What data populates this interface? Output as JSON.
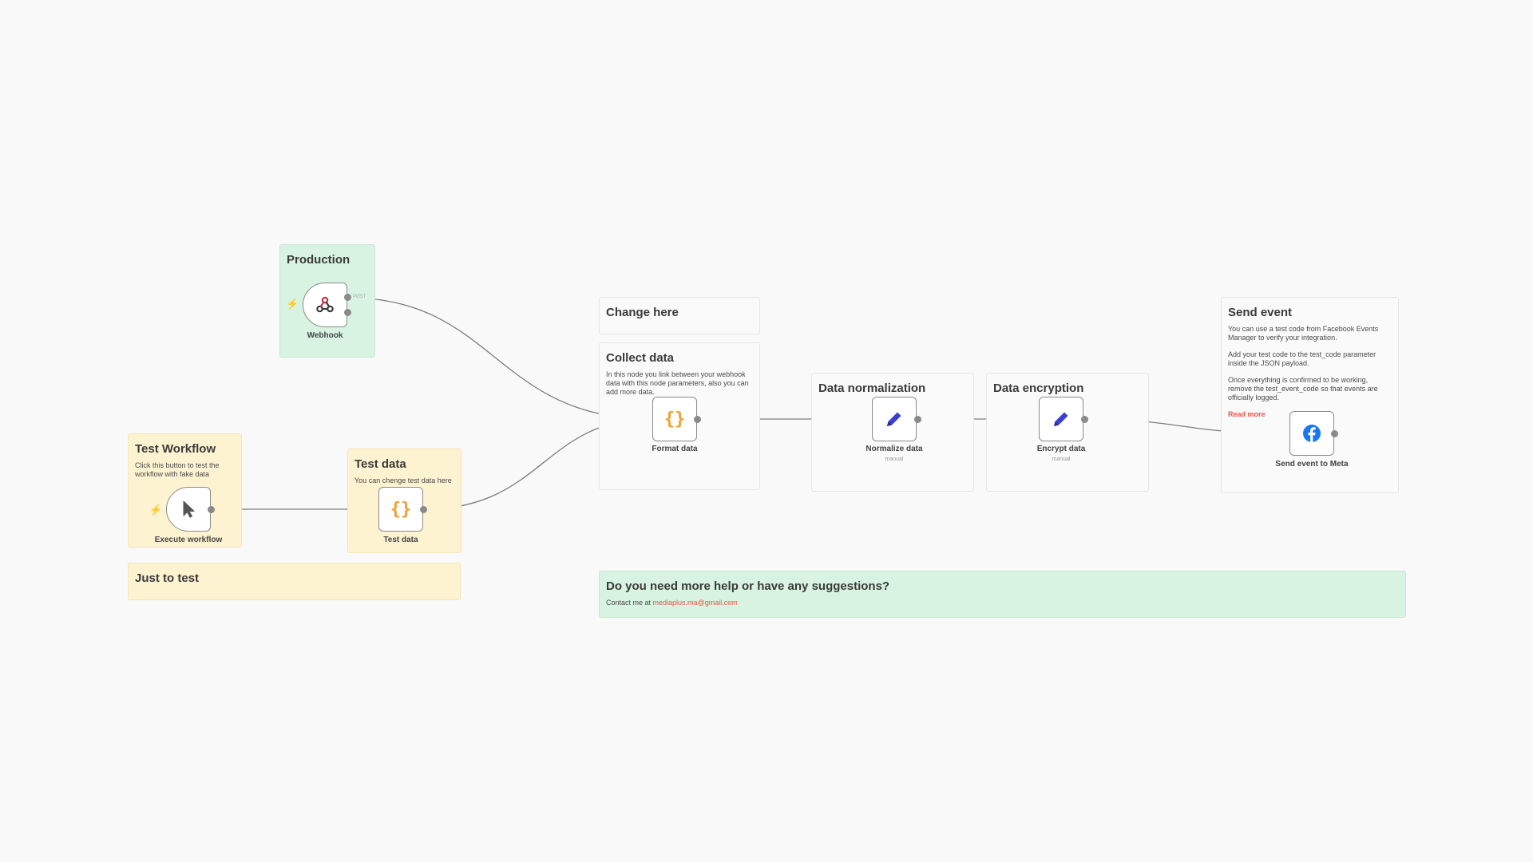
{
  "colors": {
    "canvas_bg": "#f9f9f9",
    "sticky_green": "#d8f3e1",
    "sticky_yellow": "#fef3d1",
    "edge": "#7d7d7d",
    "braces_orange": "#f0a030",
    "pencil_blue": "#3d3fd0",
    "facebook_blue": "#1877f2",
    "link_red": "#e4574a",
    "trigger_bolt": "#ef6c4e"
  },
  "stickies": {
    "production": {
      "title": "Production"
    },
    "test_workflow": {
      "title": "Test Workflow",
      "body": "Click this button to test the workflow with fake data"
    },
    "test_data": {
      "title": "Test data",
      "body": "You can chenge test data here"
    },
    "just_to_test": {
      "title": "Just to test"
    },
    "change_here": {
      "title": "Change here"
    },
    "collect_data": {
      "title": "Collect data",
      "body": "In this node you link between your webhook data with this node parameters, also you can add more data."
    },
    "data_normalization": {
      "title": "Data normalization"
    },
    "data_encryption": {
      "title": "Data encryption"
    },
    "send_event": {
      "title": "Send event",
      "p1": "You can use a test code from Facebook Events Manager to verify your integration.",
      "p2": "Add your test code to the test_code parameter inside the JSON payload.",
      "p3": "Once everything is confirmed to be working, remove the test_event_code so that events are officially logged.",
      "read_more": "Read more"
    },
    "help": {
      "title": "Do you need more help or have any suggestions?",
      "body_prefix": "Contact me at ",
      "email": "mediaplus.ma@gmail.com"
    }
  },
  "nodes": {
    "webhook": {
      "label": "Webhook",
      "icon": "webhook-icon",
      "port_label": "POST"
    },
    "execute_workflow": {
      "label": "Execute workflow",
      "icon": "cursor-icon"
    },
    "test_data": {
      "label": "Test data",
      "icon": "braces-icon"
    },
    "format_data": {
      "label": "Format data",
      "icon": "braces-icon"
    },
    "normalize_data": {
      "label": "Normalize data",
      "sub": "manual",
      "icon": "pencil-icon"
    },
    "encrypt_data": {
      "label": "Encrypt data",
      "sub": "manual",
      "icon": "pencil-icon"
    },
    "send_event_meta": {
      "label": "Send event to Meta",
      "icon": "facebook-icon"
    }
  }
}
